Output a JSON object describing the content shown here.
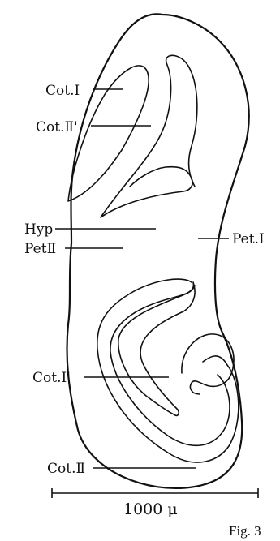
{
  "labels": {
    "cot_i": "Cot.Ⅰ",
    "cot_ii_prime": "Cot.Ⅱ'",
    "hyp": "Hyp",
    "pet_ii": "PetⅡ",
    "pet_i": "Pet.Ⅰ",
    "cot_i_prime": "Cot.Ⅰ'",
    "cot_ii": "Cot.Ⅱ"
  },
  "scale_bar": {
    "label": "1000 μ"
  },
  "figure_label": "Fig. 3"
}
